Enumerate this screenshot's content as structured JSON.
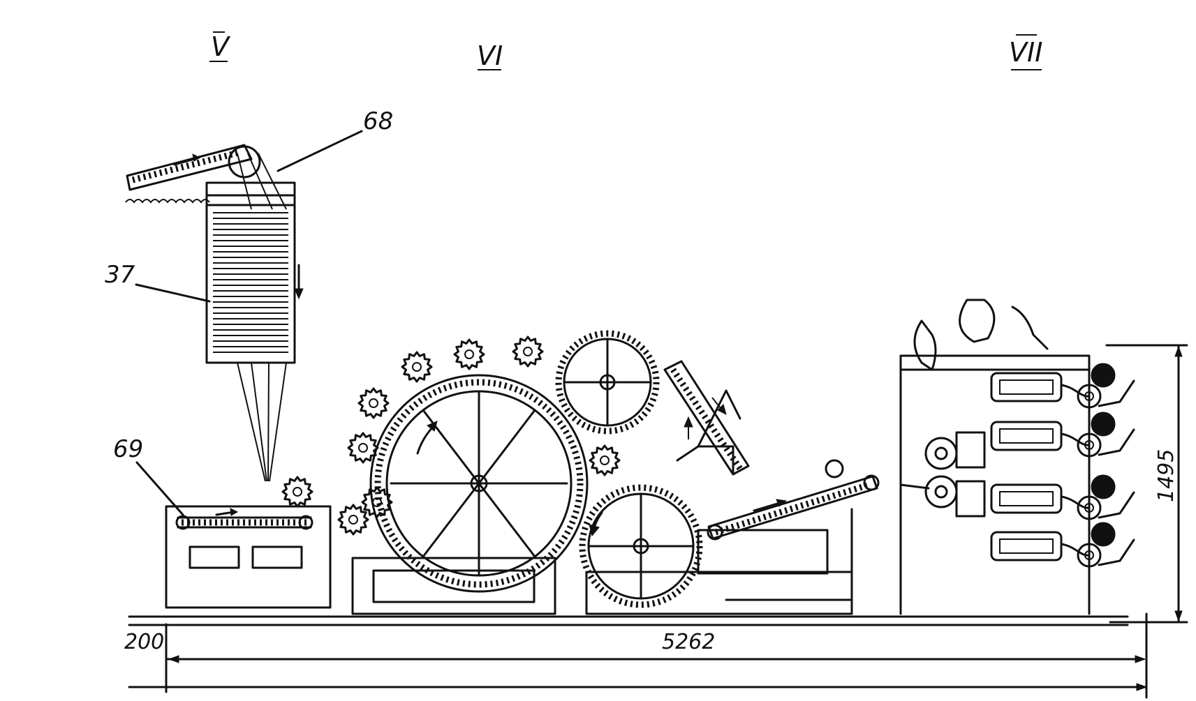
{
  "sections": [
    "V",
    "VI",
    "VII"
  ],
  "callouts": [
    "68",
    "37",
    "69"
  ],
  "dimensions": {
    "offset": "200",
    "length": "5262",
    "height": "1495"
  }
}
